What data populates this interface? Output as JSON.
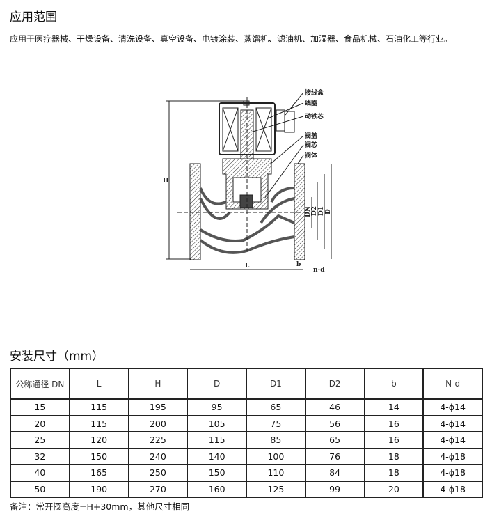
{
  "section1": {
    "title": "应用范围",
    "text": "应用于医疗器械、干燥设备、清洗设备、真空设备、电镀涂装、蒸馏机、滤油机、加湿器、食品机械、石油化工等行业。"
  },
  "diagram": {
    "labels": {
      "junction_box": "接线盒",
      "coil": "线圈",
      "plunger": "动铁芯",
      "bonnet": "阀盖",
      "spool": "阀芯",
      "body": "阀体"
    },
    "dims": {
      "H": "H",
      "L": "L",
      "DN": "DN",
      "D2": "D2",
      "D1": "D1",
      "D": "D",
      "b": "b",
      "nd": "n-d"
    }
  },
  "section2": {
    "title": "安装尺寸（mm）",
    "headers": [
      "公称通径 DN",
      "L",
      "H",
      "D",
      "D1",
      "D2",
      "b",
      "N-d"
    ],
    "rows": [
      [
        "15",
        "115",
        "195",
        "95",
        "65",
        "46",
        "14",
        "4-ϕ14"
      ],
      [
        "20",
        "115",
        "200",
        "105",
        "75",
        "56",
        "16",
        "4-ϕ14"
      ],
      [
        "25",
        "120",
        "225",
        "115",
        "85",
        "65",
        "16",
        "4-ϕ14"
      ],
      [
        "32",
        "150",
        "240",
        "140",
        "100",
        "76",
        "18",
        "4-ϕ18"
      ],
      [
        "40",
        "165",
        "250",
        "150",
        "110",
        "84",
        "18",
        "4-ϕ18"
      ],
      [
        "50",
        "190",
        "270",
        "160",
        "125",
        "99",
        "20",
        "4-ϕ18"
      ]
    ],
    "note": "备注：常开阀高度=H+30mm，其他尺寸相同"
  }
}
